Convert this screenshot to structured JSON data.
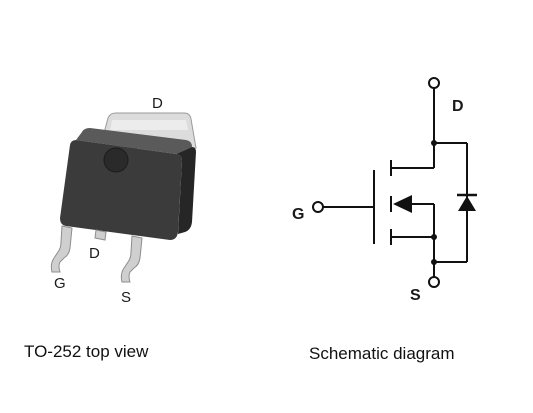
{
  "package": {
    "caption": "TO-252 top view",
    "tab_label": "D",
    "pins": {
      "gate": "G",
      "drain": "D",
      "source": "S"
    }
  },
  "schematic": {
    "caption": "Schematic diagram",
    "terminals": {
      "drain": "D",
      "gate": "G",
      "source": "S"
    }
  },
  "colors": {
    "line": "#111111",
    "body": "#3a3a3a",
    "tab": "#d8d8d8",
    "pin": "#cfcfcf"
  }
}
